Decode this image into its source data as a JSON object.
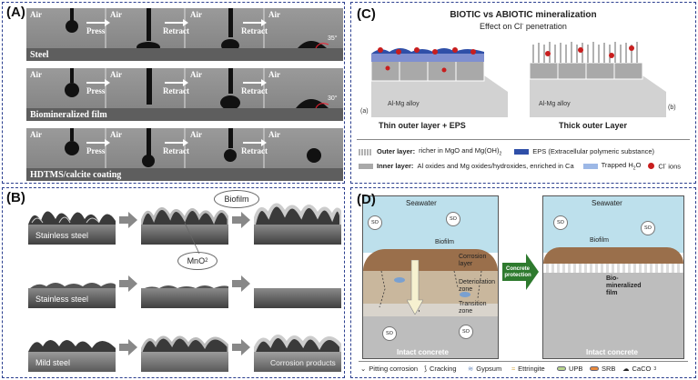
{
  "panelA": {
    "label": "(A)",
    "strips": [
      {
        "labels": [
          "Air",
          "Air",
          "Air",
          "Air"
        ],
        "actions": [
          "Press",
          "Retract",
          "Retract"
        ],
        "bottom_label": "Steel",
        "angle": "35°"
      },
      {
        "labels": [
          "Air",
          "Air",
          "Air",
          "Air"
        ],
        "actions": [
          "Press",
          "Retract",
          "Retract"
        ],
        "bottom_label": "Biomineralized film",
        "angle": "30°"
      },
      {
        "labels": [
          "Air",
          "Air",
          "Air",
          "Air"
        ],
        "actions": [
          "Press",
          "Retract",
          "Retract"
        ],
        "bottom_label": "HDTMS/calcite coating",
        "angle": ""
      }
    ]
  },
  "panelB": {
    "label": "(B)",
    "rows": [
      {
        "label": "Stainless steel"
      },
      {
        "label": "Stainless steel"
      },
      {
        "label": "Mild steel"
      }
    ],
    "bubble_biofilm": "Biofilm",
    "bubble_mno2": "MnO",
    "bubble_mno2_sub": "2",
    "corrosion_products": "Corrosion products"
  },
  "panelC": {
    "label": "(C)",
    "title": "BIOTIC vs ABIOTIC mineralization",
    "subtitle_pre": "Effect on Cl",
    "subtitle_sup": "-",
    "subtitle_post": " penetration",
    "alloy_left": "Al-Mg alloy",
    "alloy_right": "Al-Mg alloy",
    "tag_a": "(a)",
    "tag_b": "(b)",
    "caption_left": "Thin outer layer + EPS",
    "caption_right": "Thick outer Layer",
    "legend": {
      "outer_bold": "Outer layer:",
      "outer_text_pre": " richer in MgO and Mg(OH)",
      "outer_text_sub": "2",
      "eps": "EPS (Extracellular polymeric substance)",
      "inner_bold": "Inner layer:",
      "inner_text": " Al oxides and Mg oxides/hydroxides, enriched in Ca",
      "trapped_pre": "Trapped H",
      "trapped_sub": "2",
      "trapped_post": "O",
      "ions_pre": "Cl",
      "ions_sup": "-",
      "ions_post": " ions"
    },
    "colors": {
      "eps": "#2f4fa8",
      "inner": "#a9a9a9",
      "trapped": "#9db8e6",
      "ions": "#c81e1e"
    }
  },
  "panelD": {
    "label": "(D)",
    "seawater_left": "Seawater",
    "seawater_right": "Seawater",
    "ion": "SO",
    "biofilm_left": "Biofilm",
    "biofilm_right": "Biofilm",
    "corrosion_layer": "Corrosion layer",
    "deterioration_zone": "Deterioration zone",
    "transition_zone": "Transition zone",
    "intact_left": "Intact concrete",
    "intact_right": "Intact concrete",
    "concrete_protection": "Concrete protection",
    "biomineralized_film": "Bio-mineralized film",
    "legend": [
      "Pitting corrosion",
      "Cracking",
      "Gypsum",
      "Ettringite",
      "UPB",
      "SRB",
      "CaCO"
    ],
    "caco3_sub": "3"
  }
}
